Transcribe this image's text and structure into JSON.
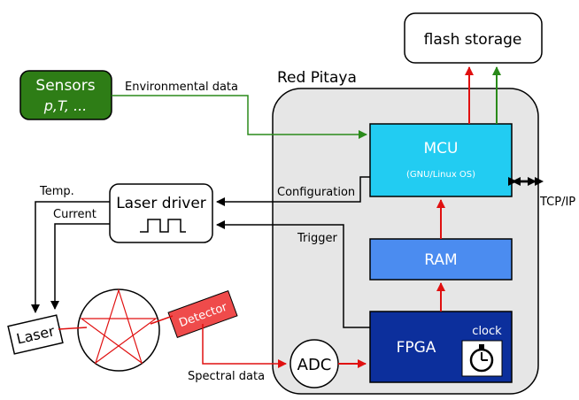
{
  "blocks": {
    "flash_storage": "flash storage",
    "red_pitaya": "Red Pitaya",
    "sensors_title": "Sensors",
    "sensors_sub": "p,T, ...",
    "mcu": "MCU",
    "mcu_sub": "(GNU/Linux OS)",
    "laser_driver": "Laser driver",
    "ram": "RAM",
    "fpga": "FPGA",
    "clock": "clock",
    "adc": "ADC",
    "laser": "Laser",
    "detector": "Detector"
  },
  "connections": {
    "environmental_data": "Environmental data",
    "configuration": "Configuration",
    "trigger": "Trigger",
    "temp": "Temp.",
    "current": "Current",
    "spectral_data": "Spectral data",
    "tcp_ip": "TCP/IP"
  },
  "colors": {
    "sensors_fill": "#2e7d16",
    "mcu_fill": "#22ccf2",
    "ram_fill": "#4b8cf0",
    "fpga_fill": "#0c2f9c",
    "detector_fill": "#ef4b4b",
    "pitaya_fill": "#e6e6e6",
    "red_line": "#e01010",
    "green_line": "#2a8a1a"
  }
}
